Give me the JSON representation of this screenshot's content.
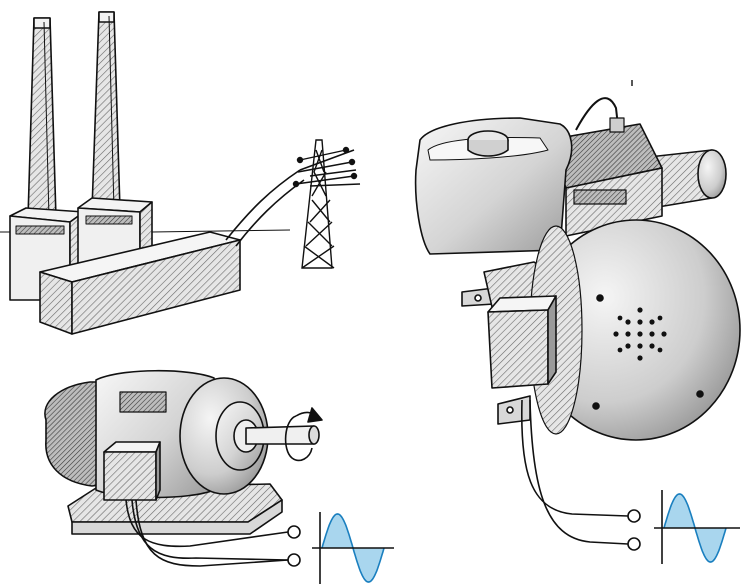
{
  "colors": {
    "outline": "#111111",
    "face_light": "#f2f2f2",
    "face_mid": "#cfcfcf",
    "face_dark": "#8c8c8c",
    "wave_fill": "#a9d6ee",
    "wave_stroke": "#1a7fbf",
    "background": "#ffffff"
  },
  "items": [
    {
      "name": "power-plant",
      "icon": "power-station-with-chimneys"
    },
    {
      "name": "transmission-tower",
      "icon": "high-voltage-pylon"
    },
    {
      "name": "electric-generator-motor",
      "icon": "rotating-generator"
    },
    {
      "name": "engine-generator",
      "icon": "portable-engine-generator"
    }
  ],
  "waves": [
    {
      "name": "generator-ac-sine-wave",
      "cycles": 1
    },
    {
      "name": "engine-generator-ac-sine-wave",
      "cycles": 1
    }
  ]
}
